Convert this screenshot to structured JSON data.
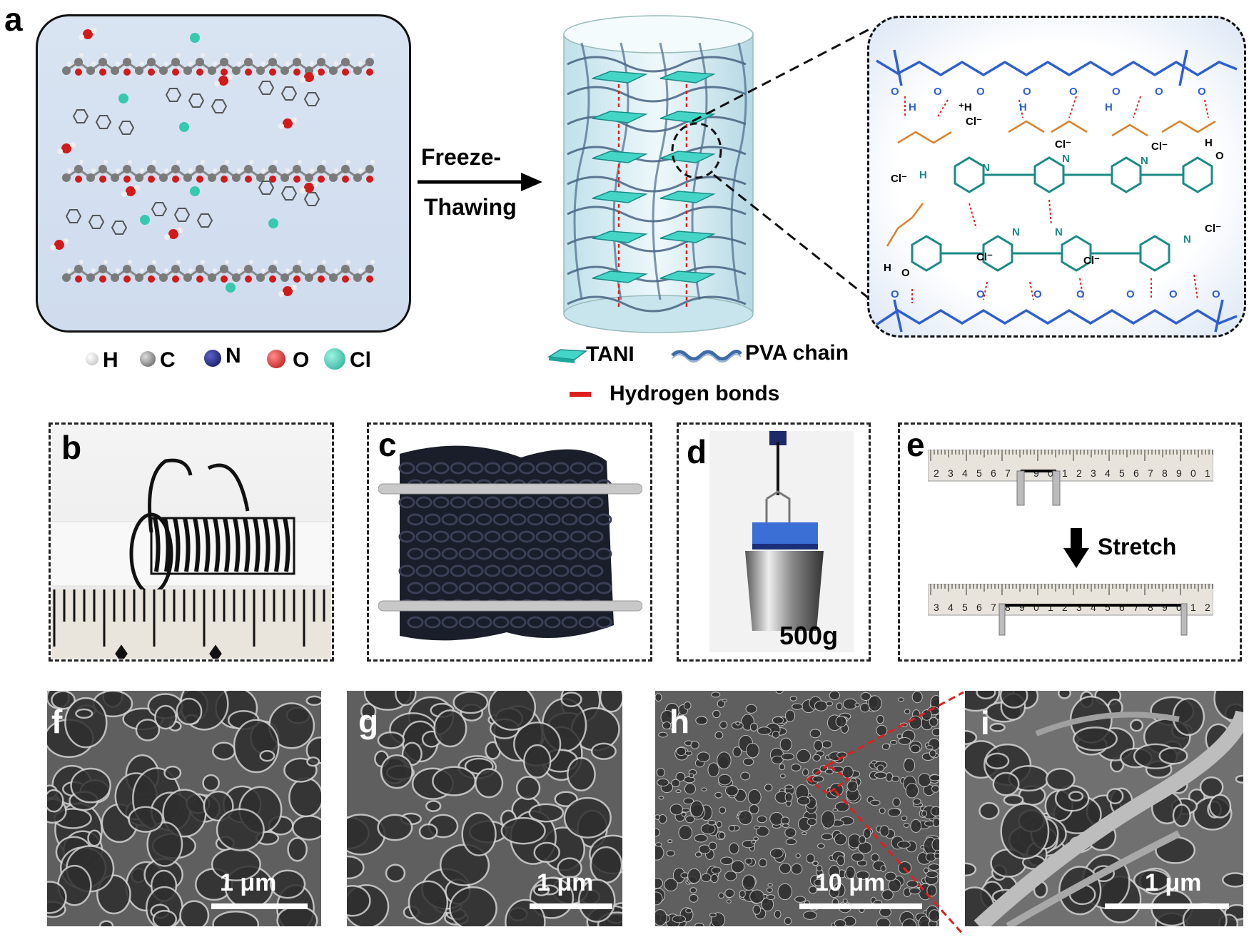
{
  "panels": {
    "a": {
      "label": "a",
      "arrow_text_1": "Freeze-",
      "arrow_text_2": "Thawing",
      "atom_legend": [
        {
          "symbol": "H",
          "color": "#e8e8e8"
        },
        {
          "symbol": "C",
          "color": "#777777"
        },
        {
          "symbol": "N",
          "color": "#1a1f7a"
        },
        {
          "symbol": "O",
          "color": "#d21a1a"
        },
        {
          "symbol": "Cl",
          "color": "#36c9b0"
        }
      ],
      "legend": {
        "tani": "TANI",
        "pva": "PVA chain",
        "hbond": "Hydrogen bonds"
      }
    },
    "b": {
      "label": "b"
    },
    "c": {
      "label": "c"
    },
    "d": {
      "label": "d",
      "weight": "500g"
    },
    "e": {
      "label": "e",
      "action": "Stretch"
    },
    "f": {
      "label": "f",
      "scale": "1 μm"
    },
    "g": {
      "label": "g",
      "scale": "1 μm"
    },
    "h": {
      "label": "h",
      "scale": "10 μm"
    },
    "i": {
      "label": "i",
      "scale": "1 μm"
    }
  },
  "colors": {
    "pva_blue": "#2f5fd0",
    "water_orange": "#d9822b",
    "tani_teal": "#1a8a86",
    "hbond_red": "#e02020"
  }
}
